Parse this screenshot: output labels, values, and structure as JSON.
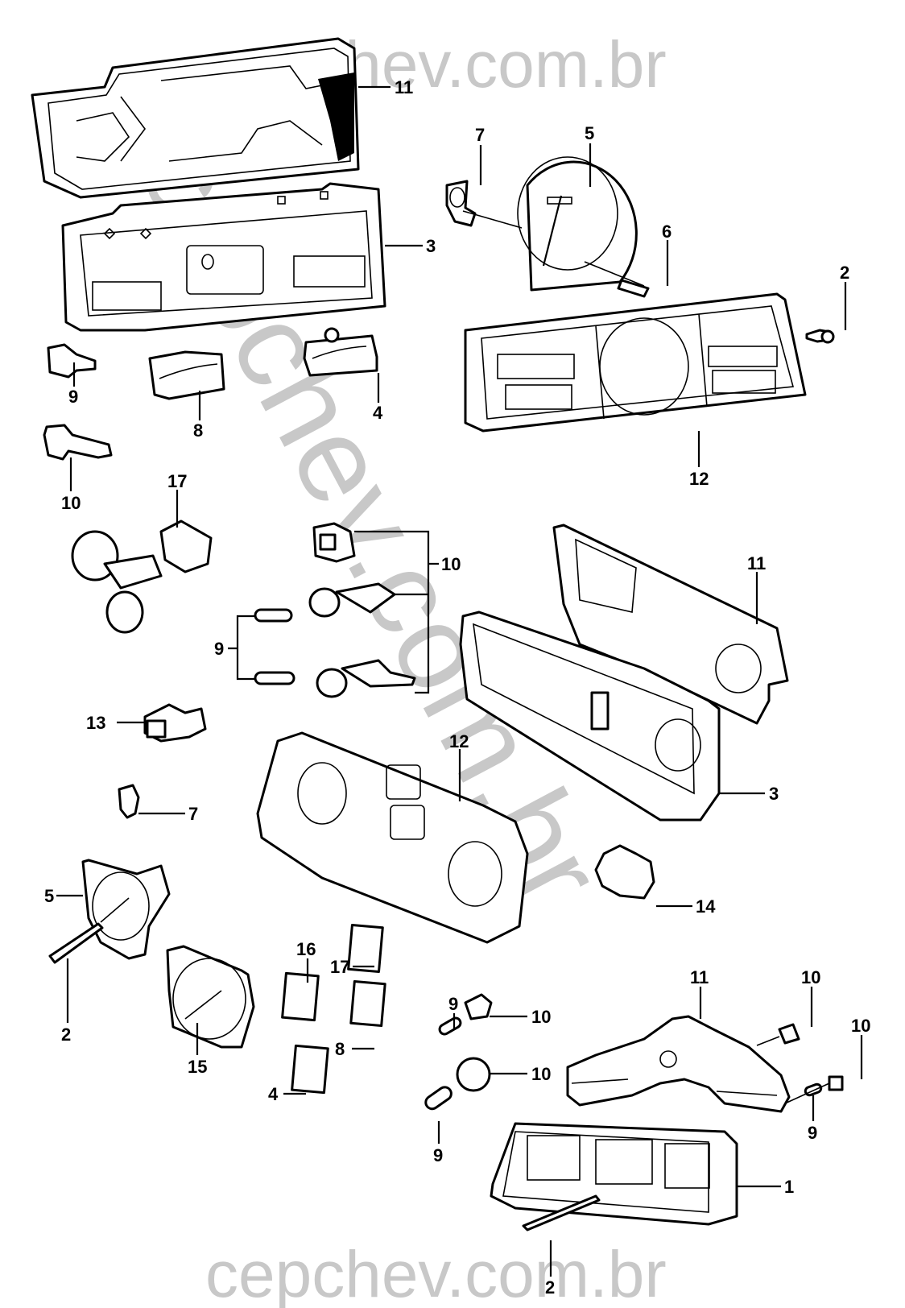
{
  "diagram": {
    "type": "exploded-parts-diagram",
    "subject": "Instrument cluster / dashboard panel components",
    "watermark": {
      "text": "cepchev.com.br",
      "color": "#c8c8c8"
    },
    "line_color": "#000000",
    "background": "#ffffff"
  },
  "callouts": [
    {
      "id": "c11a",
      "label": "11",
      "part": "printed-circuit-board-flat"
    },
    {
      "id": "c3a",
      "label": "3",
      "part": "cluster-housing-flat"
    },
    {
      "id": "c7a",
      "label": "7",
      "part": "retaining-clip"
    },
    {
      "id": "c5a",
      "label": "5",
      "part": "speedometer-round"
    },
    {
      "id": "c6",
      "label": "6",
      "part": "speedometer-cable-screw"
    },
    {
      "id": "c2a",
      "label": "2",
      "part": "screw"
    },
    {
      "id": "c12a",
      "label": "12",
      "part": "cluster-lens-frame-upper"
    },
    {
      "id": "c9a",
      "label": "9",
      "part": "bulb-socket"
    },
    {
      "id": "c8a",
      "label": "8",
      "part": "fuel-gauge"
    },
    {
      "id": "c4a",
      "label": "4",
      "part": "temperature-gauge"
    },
    {
      "id": "c10a",
      "label": "10",
      "part": "bulb-holder"
    },
    {
      "id": "c17a",
      "label": "17",
      "part": "cigarette-lighter-with-harness"
    },
    {
      "id": "c10b",
      "label": "10",
      "part": "bulb-holder-group"
    },
    {
      "id": "c9b",
      "label": "9",
      "part": "bulb-pair"
    },
    {
      "id": "c11b",
      "label": "11",
      "part": "printed-circuit-board-angled"
    },
    {
      "id": "c13",
      "label": "13",
      "part": "connector"
    },
    {
      "id": "c12b",
      "label": "12",
      "part": "cluster-lens-frame-lower"
    },
    {
      "id": "c3b",
      "label": "3",
      "part": "cluster-housing-angled"
    },
    {
      "id": "c7b",
      "label": "7",
      "part": "retaining-clip"
    },
    {
      "id": "c5b",
      "label": "5",
      "part": "speedometer-square"
    },
    {
      "id": "c14",
      "label": "14",
      "part": "switch-unit"
    },
    {
      "id": "c2b",
      "label": "2",
      "part": "pin"
    },
    {
      "id": "c16",
      "label": "16",
      "part": "small-gauge"
    },
    {
      "id": "c17b",
      "label": "17",
      "part": "small-gauge"
    },
    {
      "id": "c11c",
      "label": "11",
      "part": "printed-circuit-board-curved"
    },
    {
      "id": "c10c",
      "label": "10",
      "part": "bulb-holder"
    },
    {
      "id": "c10d",
      "label": "10",
      "part": "bulb-holder"
    },
    {
      "id": "c15",
      "label": "15",
      "part": "tachometer-square"
    },
    {
      "id": "c9c",
      "label": "9",
      "part": "bulb"
    },
    {
      "id": "c10e",
      "label": "10",
      "part": "bulb-holder"
    },
    {
      "id": "c8b",
      "label": "8",
      "part": "small-gauge"
    },
    {
      "id": "c10f",
      "label": "10",
      "part": "bulb-holder-large"
    },
    {
      "id": "c4b",
      "label": "4",
      "part": "small-gauge"
    },
    {
      "id": "c9d",
      "label": "9",
      "part": "bulb"
    },
    {
      "id": "c9e",
      "label": "9",
      "part": "bulb"
    },
    {
      "id": "c1",
      "label": "1",
      "part": "cluster-assembly"
    },
    {
      "id": "c2c",
      "label": "2",
      "part": "pin"
    }
  ]
}
